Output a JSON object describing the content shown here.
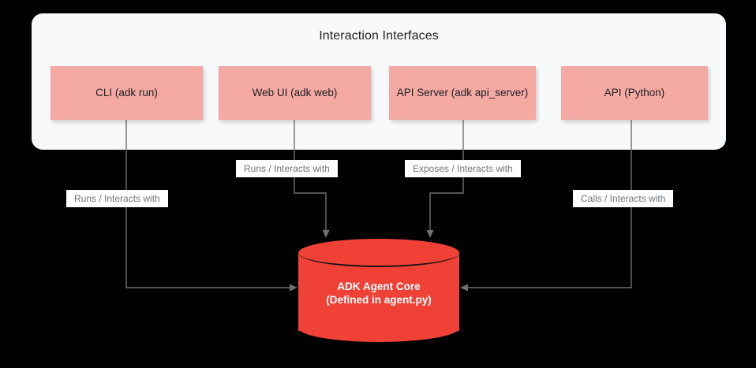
{
  "diagram": {
    "title": "Interaction Interfaces",
    "background_color": "#000000",
    "panel_color": "#f8f9fb",
    "box_color": "#f4a9a3",
    "core_color": "#ef4136",
    "connector_color": "#707070",
    "label_text_color": "#70757a"
  },
  "group": {
    "title": "Interaction Interfaces"
  },
  "interfaces": [
    {
      "id": "cli",
      "label": "CLI (adk run)"
    },
    {
      "id": "web-ui",
      "label": "Web UI (adk web)"
    },
    {
      "id": "api-server",
      "label": "API Server (adk api_server)"
    },
    {
      "id": "api-python",
      "label": "API (Python)"
    }
  ],
  "edges": [
    {
      "id": "cli-to-core",
      "from": "cli",
      "to": "core",
      "label": "Runs / Interacts with"
    },
    {
      "id": "webui-to-core",
      "from": "web-ui",
      "to": "core",
      "label": "Runs / Interacts with"
    },
    {
      "id": "apiserver-to-core",
      "from": "api-server",
      "to": "core",
      "label": "Exposes / Interacts with"
    },
    {
      "id": "apipython-to-core",
      "from": "api-python",
      "to": "core",
      "label": "Calls / Interacts with"
    }
  ],
  "core": {
    "line1": "ADK Agent Core",
    "line2": "(Defined in agent.py)"
  }
}
